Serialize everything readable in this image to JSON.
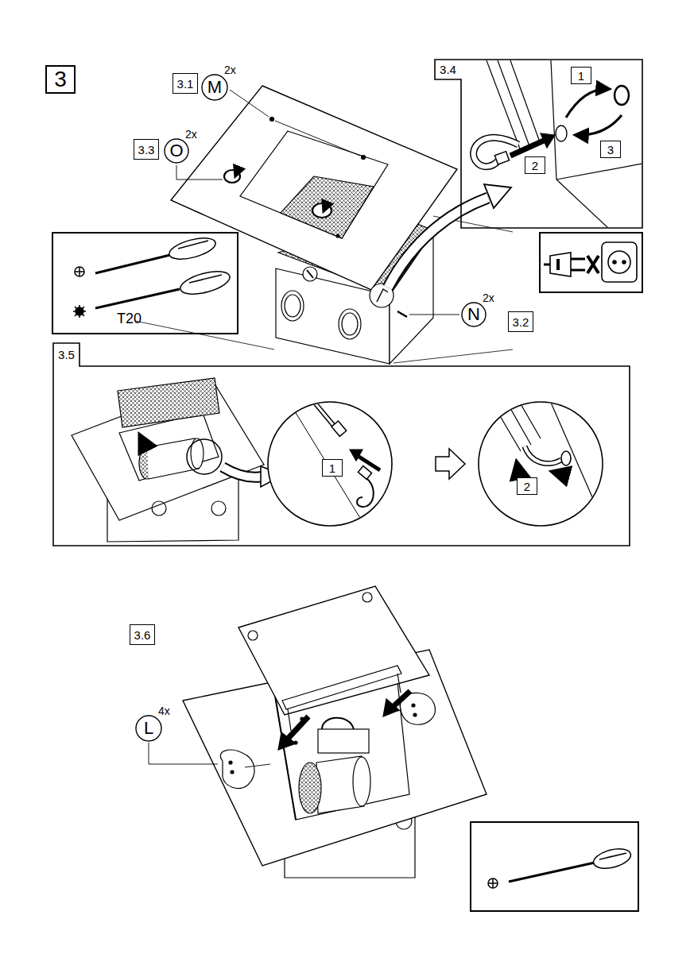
{
  "diagram": {
    "nodes": [
      {
        "text": [
          "3"
        ]
      },
      {
        "text": [
          "3.1"
        ]
      },
      {
        "text": [
          "M",
          "2x"
        ]
      },
      {
        "text": [
          "3.3"
        ]
      },
      {
        "text": [
          "O",
          "2x"
        ]
      },
      {
        "text": [
          "3.4"
        ]
      },
      {
        "text": [
          "1"
        ],
        "in": 5
      },
      {
        "text": [
          "2"
        ],
        "in": 5
      },
      {
        "text": [
          "3"
        ],
        "in": 5
      },
      {
        "text": [
          "T20"
        ]
      },
      {
        "text": [
          "N",
          "2x"
        ]
      },
      {
        "text": [
          "3.2"
        ]
      },
      {
        "text": [
          "3.5"
        ]
      },
      {
        "text": [
          "1"
        ],
        "in": 12
      },
      {
        "text": [
          "2"
        ],
        "in": 12
      },
      {
        "text": [
          "3.6"
        ]
      },
      {
        "text": [
          "L",
          "4x"
        ]
      }
    ]
  }
}
